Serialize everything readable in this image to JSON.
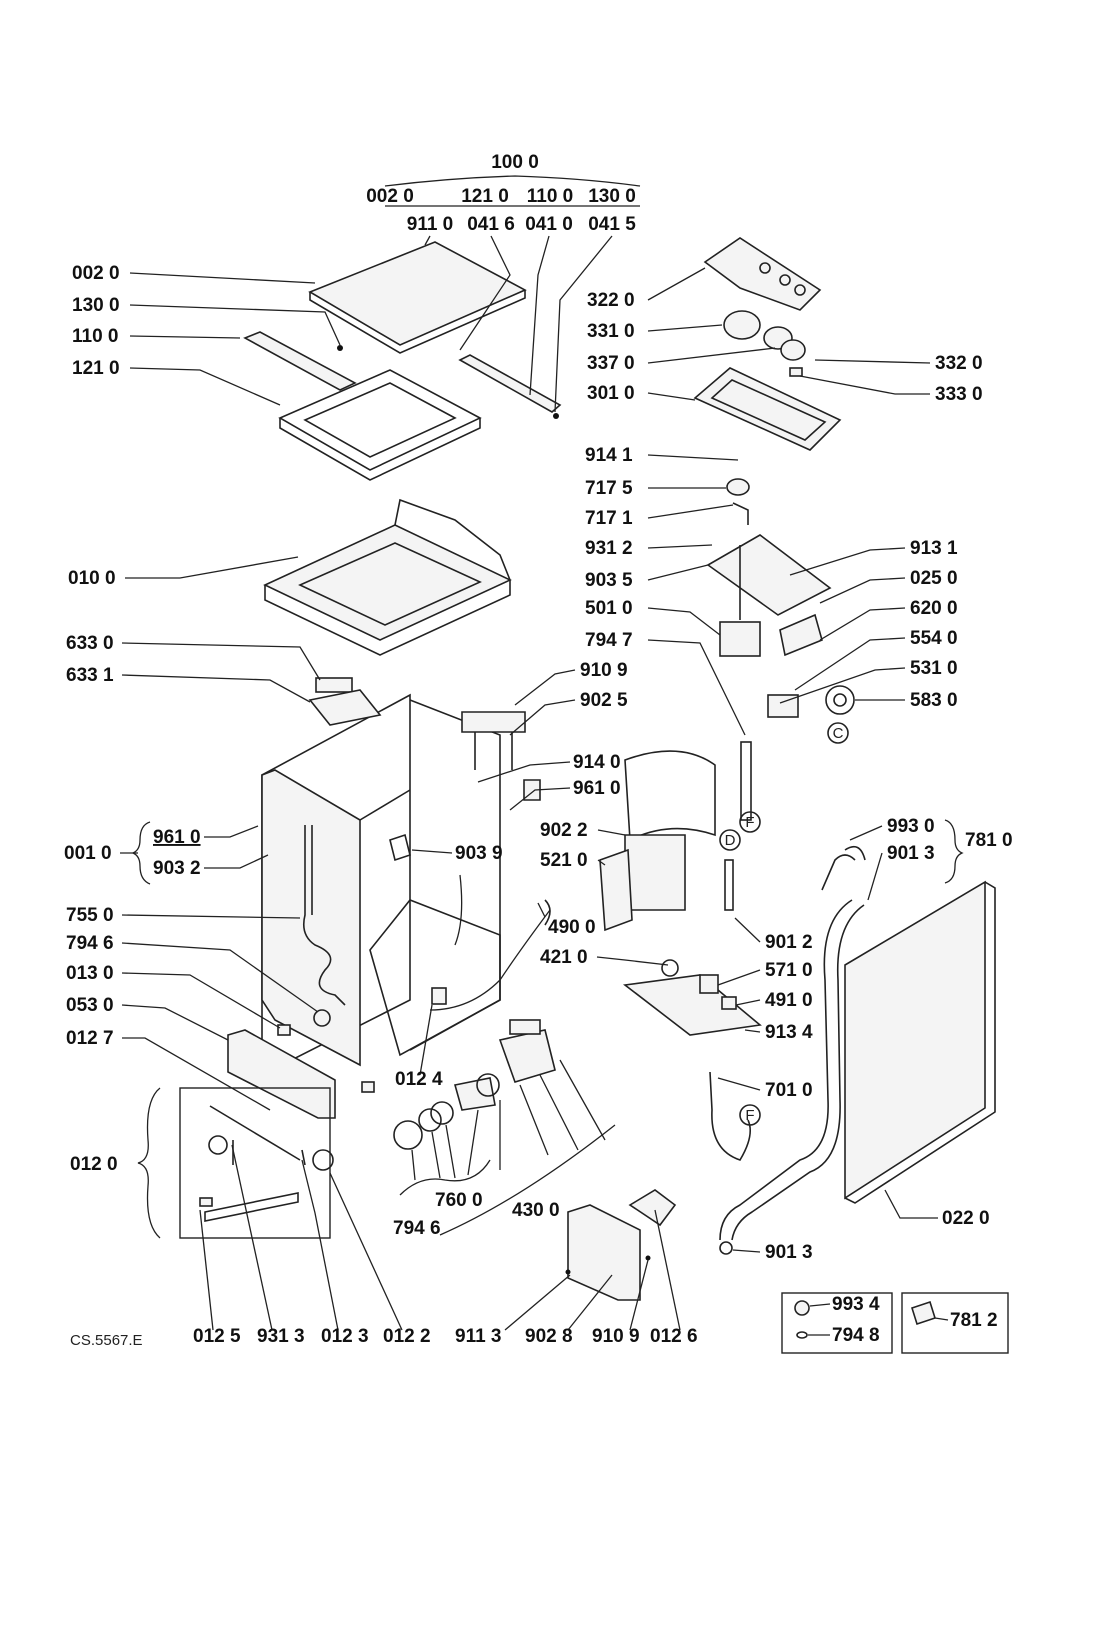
{
  "drawing_code": "CS.5567.E",
  "header_group": {
    "title": "100 0",
    "row1": [
      "002 0",
      "121 0",
      "110 0",
      "130 0"
    ],
    "row2": [
      "911 0",
      "041 6",
      "041 0",
      "041 5"
    ]
  },
  "labels": {
    "l0020": "002 0",
    "l1300": "130 0",
    "l1100": "110 0",
    "l1210": "121 0",
    "l0100": "010 0",
    "l6330": "633 0",
    "l6331": "633 1",
    "l0010": "001 0",
    "l9610a": "961 0",
    "l9032": "903 2",
    "l7550": "755 0",
    "l7946a": "794 6",
    "l0130": "013 0",
    "l0530": "053 0",
    "l0127": "012 7",
    "l0120": "012 0",
    "l0125": "012 5",
    "l9313": "931 3",
    "l0123": "012 3",
    "l0122": "012 2",
    "l0124": "012 4",
    "l7600": "760 0",
    "l7946b": "794 6",
    "l4300": "430 0",
    "l9113": "911 3",
    "l9028": "902 8",
    "l9109b": "910 9",
    "l0126": "012 6",
    "l9109a": "910 9",
    "l9025": "902 5",
    "l9140": "914 0",
    "l9610b": "961 0",
    "l9039": "903 9",
    "l4900": "490 0",
    "l3220": "322 0",
    "l3310": "331 0",
    "l3370": "337 0",
    "l3320": "332 0",
    "l3010": "301 0",
    "l3330": "333 0",
    "l9141": "914 1",
    "l7175": "717 5",
    "l7171": "717 1",
    "l9312": "931 2",
    "l9035": "903 5",
    "l9131": "913 1",
    "l0250": "025 0",
    "l5010": "501 0",
    "l6200": "620 0",
    "l7947": "794 7",
    "l5540": "554 0",
    "l5310": "531 0",
    "l5830": "583 0",
    "l9022": "902 2",
    "l5210": "521 0",
    "l9012": "901 2",
    "l4210": "421 0",
    "l5710": "571 0",
    "l4910": "491 0",
    "l9134": "913 4",
    "l7010": "701 0",
    "l9930": "993 0",
    "l9013a": "901 3",
    "l7810": "781 0",
    "l0220": "022 0",
    "l9013b": "901 3",
    "l9934": "993 4",
    "l7948": "794 8",
    "l7812": "781 2"
  },
  "markers": {
    "c": "C",
    "f1": "F",
    "d": "D",
    "f2": "F"
  }
}
